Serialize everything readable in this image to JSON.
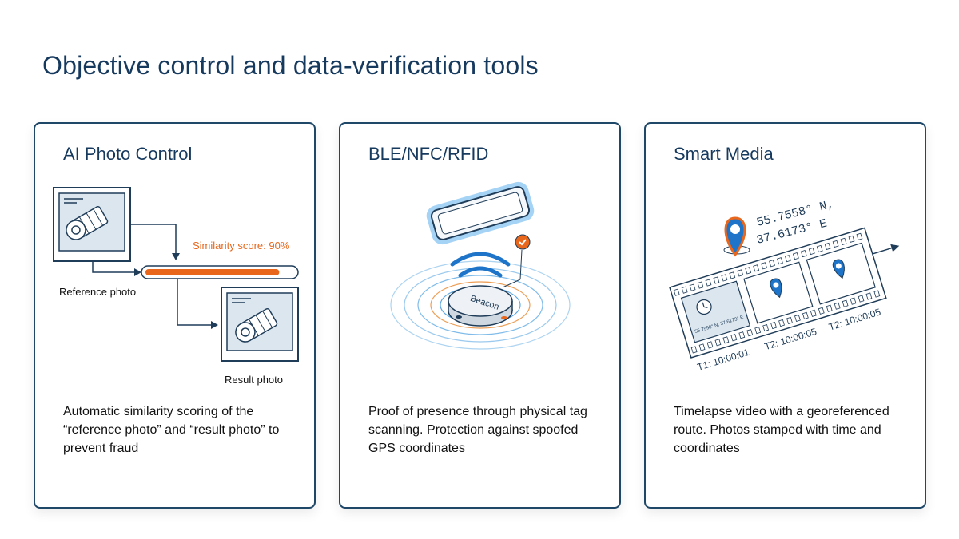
{
  "page": {
    "title": "Objective control and data-verification tools"
  },
  "cards": [
    {
      "title": "AI Photo Control",
      "description": "Automatic similarity scoring of the “reference photo” and “result photo” to prevent fraud",
      "similarity_label": "Similarity score: 90%",
      "similarity_value": 0.9,
      "reference_label": "Reference photo",
      "result_label": "Result photo"
    },
    {
      "title": "BLE/NFC/RFID",
      "description": "Proof of presence through physical tag scanning. Protection against spoofed GPS coordinates",
      "beacon_label": "Beacon"
    },
    {
      "title": "Smart Media",
      "description": "Timelapse video with a georeferenced route. Photos stamped with time and coordinates",
      "coords_line1": "55.7558° N,",
      "coords_line2": "37.6173° E",
      "frame_coords": "55.7558° N, 37.6173° E",
      "timestamps": [
        "T1: 10:00:01",
        "T2: 10:00:05",
        "T2: 10:00:05"
      ]
    }
  ],
  "colors": {
    "title": "#16395e",
    "border": "#1f4768",
    "accent_orange": "#e8671c",
    "accent_blue": "#1e74c8"
  }
}
